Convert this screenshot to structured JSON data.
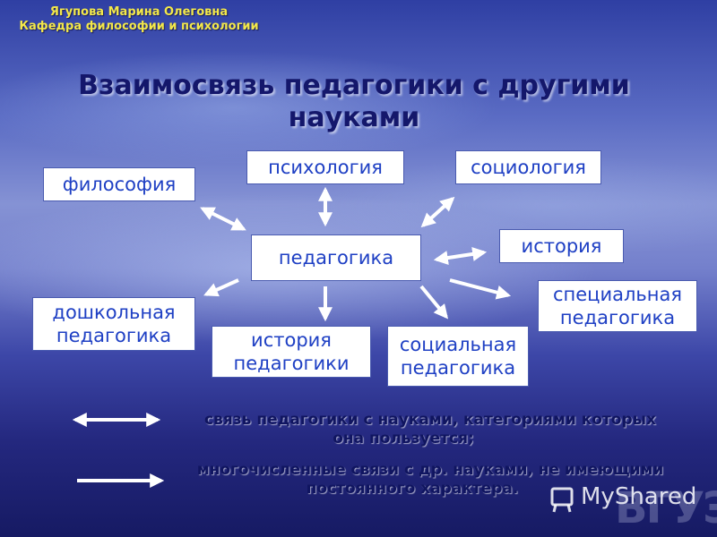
{
  "header": {
    "author": "Ягупова Марина Олеговна",
    "department": "Кафедра философии и психологии"
  },
  "title": {
    "line1": "Взаимосвязь педагогики с другими",
    "line2": "науками"
  },
  "nodes": {
    "center": "педагогика",
    "philosophy": "философия",
    "psychology": "психология",
    "sociology": "социология",
    "history": "история",
    "special_line1": "специальная",
    "special_line2": "педагогика",
    "preschool_line1": "дошкольная",
    "preschool_line2": "педагогика",
    "hist_ped_line1": "история",
    "hist_ped_line2": "педагогики",
    "social_line1": "социальная",
    "social_line2": "педагогика"
  },
  "legend": {
    "double_line1": "связь  педагогики с науками, категориями которых",
    "double_line2": "она пользуется;",
    "single_line1": "многочисленные связи с др. науками, не имеющими",
    "single_line2": "постоянного характера."
  },
  "watermark": {
    "text": "MyShared",
    "logo": "ВГУЭС"
  }
}
